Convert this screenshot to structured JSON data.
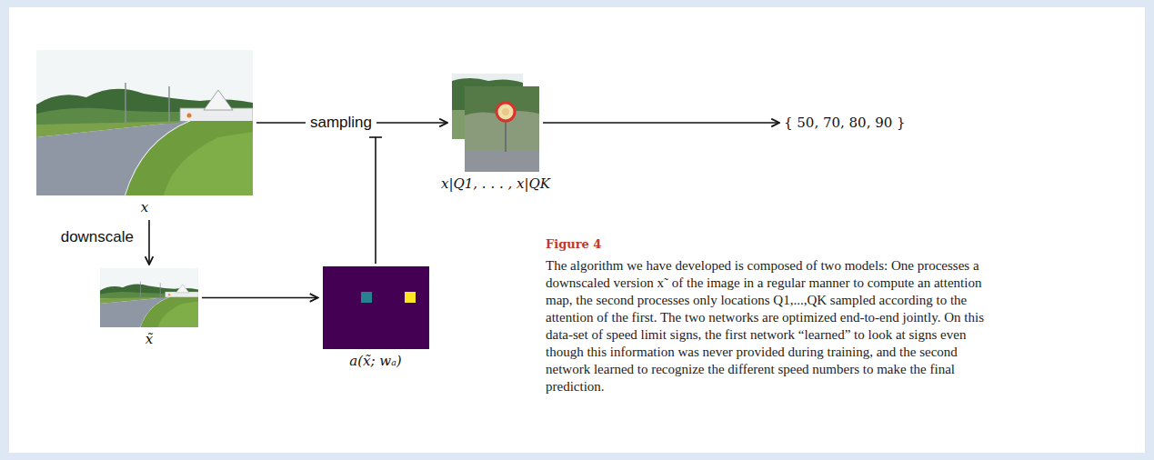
{
  "diagram": {
    "caption": "The algorithm we have developed is composed of two models: One processes a downscaled version x˜ of the image in a regular manner to compute an attention map, the second processes only locations Q1,...,QK sampled according to the attention of the first. The two networks are optimized end-to-end jointly. On this data-set of speed limit signs, the first network “learned” to look at signs even though this information was never provided during training, and the second network learned to recognize the different speed numbers to make the final prediction.",
    "nodes": [
      {
        "text": [
          "x"
        ]
      },
      {
        "text": [
          "x̃"
        ]
      },
      {
        "text": [
          "a(x̃; wₐ)"
        ]
      },
      {
        "text": [
          "x|Q1, . . . , x|QK"
        ]
      },
      {
        "text": [
          "{ 50, 70, 80, 90 }"
        ]
      }
    ],
    "edges": [
      {
        "from": 0,
        "to": 1,
        "arrow": "to",
        "label": "downscale"
      },
      {
        "from": 0,
        "to": 3,
        "arrow": "to",
        "label": "sampling"
      },
      {
        "from": 1,
        "to": 2,
        "arrow": "to"
      },
      {
        "from": 3,
        "to": 4,
        "arrow": "to"
      }
    ],
    "labels": [
      "Figure 4"
    ]
  }
}
